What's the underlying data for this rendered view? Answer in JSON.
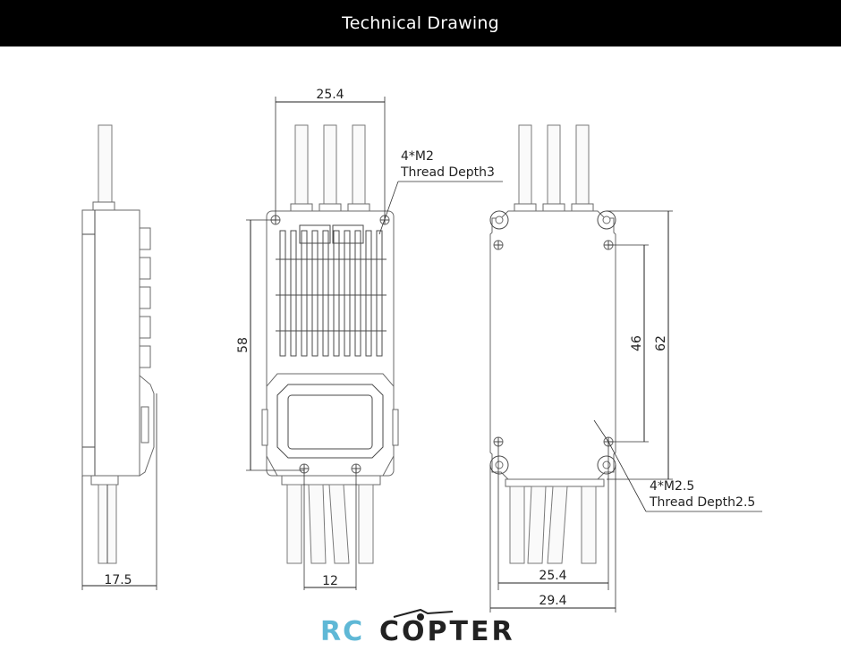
{
  "header": {
    "title": "Technical Drawing"
  },
  "callouts": {
    "top_holes": {
      "line1": "4*M2",
      "line2": "Thread Depth3"
    },
    "bottom_holes": {
      "line1": "4*M2.5",
      "line2": "Thread Depth2.5"
    }
  },
  "dimensions": {
    "side_width": "17.5",
    "front_top_width": "25.4",
    "front_height": "58",
    "front_bottom_spacing": "12",
    "back_hole_spacing_v": "46",
    "back_height": "62",
    "back_hole_spacing_h": "25.4",
    "back_width": "29.4"
  },
  "watermark": {
    "text": "RC COPTER",
    "rc_color": "#5fb8d6",
    "copter_color": "#222222"
  },
  "colors": {
    "header_bg": "#000000",
    "header_text": "#ffffff"
  }
}
